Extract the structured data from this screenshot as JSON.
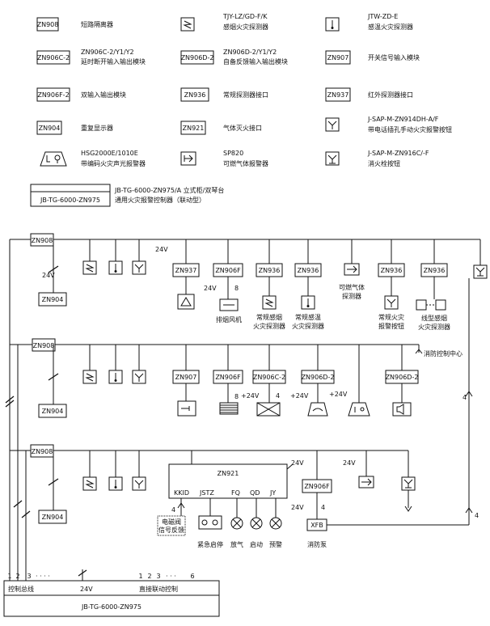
{
  "legend": {
    "zn908": {
      "code": "ZN908",
      "desc": "短路隔离器"
    },
    "lz_detector": {
      "code": "TJY-LZ/GD-F/K",
      "desc": "感烟火灾探测器"
    },
    "jtw": {
      "code": "JTW-ZD-E",
      "desc": "感温火灾探测器"
    },
    "zn906c2": {
      "code": "ZN906C-2",
      "desc": "ZN906C-2/Y1/Y2",
      "desc2": "延时断开输入输出模块"
    },
    "zn906d2": {
      "code": "ZN906D-2",
      "desc": "ZN906D-2/Y1/Y2",
      "desc2": "自备反馈输入输出模块"
    },
    "zn907": {
      "code": "ZN907",
      "desc": "开关信号输入模块"
    },
    "zn906f2": {
      "code": "ZN906F-2",
      "desc": "双输入输出模块"
    },
    "zn936": {
      "code": "ZN936",
      "desc": "常规探测器接口"
    },
    "zn937": {
      "code": "ZN937",
      "desc": "红外探测器接口"
    },
    "zn904": {
      "code": "ZN904",
      "desc": "重复显示器"
    },
    "zn921": {
      "code": "ZN921",
      "desc": "气体灭火接口"
    },
    "sap914": {
      "desc": "J-SAP-M-ZN914DH-A/F",
      "desc2": "带电话插孔手动火灾报警按钮"
    },
    "hsg": {
      "desc": "HSG2000E/1010E",
      "desc2": "带编码火灾声光报警器"
    },
    "sp820": {
      "desc": "SP820",
      "desc2": "可燃气体报警器"
    },
    "sap916": {
      "desc": "J-SAP-M-ZN916C/-F",
      "desc2": "消火栓按钮"
    },
    "controller": {
      "code": "JB-TG-6000-ZN975",
      "desc": "JB-TG-6000-ZN975/A  立式柜/双琴台",
      "desc2": "通用火灾报警控制器（联动型）"
    }
  },
  "diagram": {
    "v24": "24V",
    "s8": "8",
    "s4": "4",
    "plus24v": "+24V",
    "z908": "ZN908",
    "z904": "ZN904",
    "z937": "ZN937",
    "z906f": "ZN906F",
    "z936": "ZN936",
    "z907": "ZN907",
    "z906c2": "ZN906C-2",
    "z906d2": "ZN906D-2",
    "z921": "ZN921",
    "xfb": "XFB",
    "row1": {
      "fan": "排烟风机",
      "det1": "常规感烟",
      "det1b": "火灾探测器",
      "det2": "常规感温",
      "det2b": "火灾探测器",
      "gas": "可燃气体",
      "gasb": "探测器",
      "btn": "常规火灾",
      "btnb": "报警按钮",
      "beam": "线型感烟",
      "beamb": "火灾探测器"
    },
    "row2": {
      "center": "消防控制中心"
    },
    "row3": {
      "kkid": "KKID",
      "jstz": "JSTZ",
      "fq": "FQ",
      "qd": "QD",
      "jy": "JY",
      "panel_a": "电磁阀",
      "panel_b": "信号反馈",
      "emerg": "紧急启停",
      "release": "放气",
      "start": "启动",
      "alarm": "预警",
      "pump": "消防泵"
    },
    "bottom": {
      "n1": "1",
      "n2": "2",
      "n3": "3",
      "dots": "· · · ·",
      "m1": "1",
      "m2": "2",
      "m3": "3",
      "mdots": "· · ·",
      "m6": "6",
      "bus": "控制总线",
      "v24": "24V",
      "direct": "直接联动控制",
      "title": "JB-TG-6000-ZN975"
    }
  }
}
